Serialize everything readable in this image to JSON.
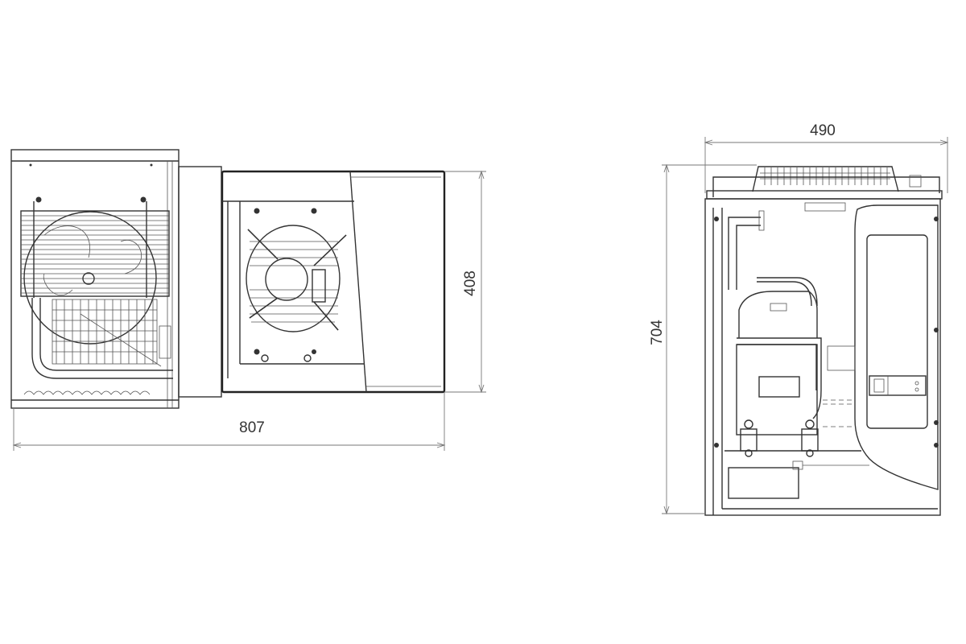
{
  "drawing": {
    "front_view": {
      "width_dimension": "807",
      "height_dimension": "408"
    },
    "side_view": {
      "width_dimension": "490",
      "height_dimension": "704"
    }
  }
}
